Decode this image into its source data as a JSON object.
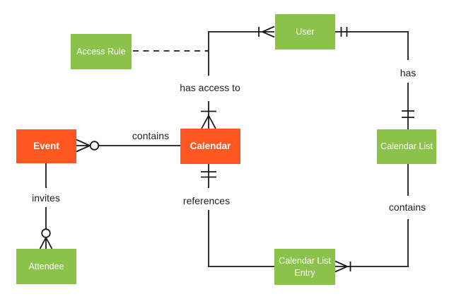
{
  "diagram": {
    "kind": "entity-relationship-diagram",
    "background": "#FFFFFF",
    "colors": {
      "entity_green": "#8BC34A",
      "entity_orange": "#FF5722",
      "entity_text": "#FFFFFF",
      "line": "#1A1A1A",
      "relationship_text": "#1E1E1E"
    }
  },
  "entities": {
    "access_rule": {
      "label": "Access Rule",
      "color": "green"
    },
    "user": {
      "label": "User",
      "color": "green"
    },
    "event": {
      "label": "Event",
      "color": "orange"
    },
    "calendar": {
      "label": "Calendar",
      "color": "orange"
    },
    "calendar_list": {
      "label": "Calendar List",
      "color": "green"
    },
    "attendee": {
      "label": "Attendee",
      "color": "green"
    },
    "calendar_list_entry": {
      "label": "Calendar List Entry",
      "color": "green"
    }
  },
  "relationships": {
    "contains_event_calendar": {
      "label": "contains",
      "between": [
        "Calendar",
        "Event"
      ],
      "event_end_marker": "zero-or-many"
    },
    "has_access_to": {
      "label": "has access to",
      "between": [
        "Calendar",
        "User"
      ],
      "calendar_end_marker": "one-or-many",
      "user_end_marker": "one-or-many"
    },
    "access_rule_association": {
      "label": "",
      "between": [
        "Access Rule",
        "has access to relationship line"
      ],
      "style": "dashed"
    },
    "has": {
      "label": "has",
      "between": [
        "User",
        "Calendar List"
      ],
      "user_end_marker": "exactly-one",
      "calendar_list_end_marker": "exactly-one"
    },
    "references": {
      "label": "references",
      "between": [
        "Calendar",
        "Calendar List Entry"
      ],
      "calendar_end_marker": "exactly-one"
    },
    "contains_list_entry": {
      "label": "contains",
      "between": [
        "Calendar List",
        "Calendar List Entry"
      ],
      "entry_end_marker": "one-or-many"
    },
    "invites": {
      "label": "invites",
      "between": [
        "Event",
        "Attendee"
      ],
      "attendee_end_marker": "zero-or-many"
    }
  }
}
